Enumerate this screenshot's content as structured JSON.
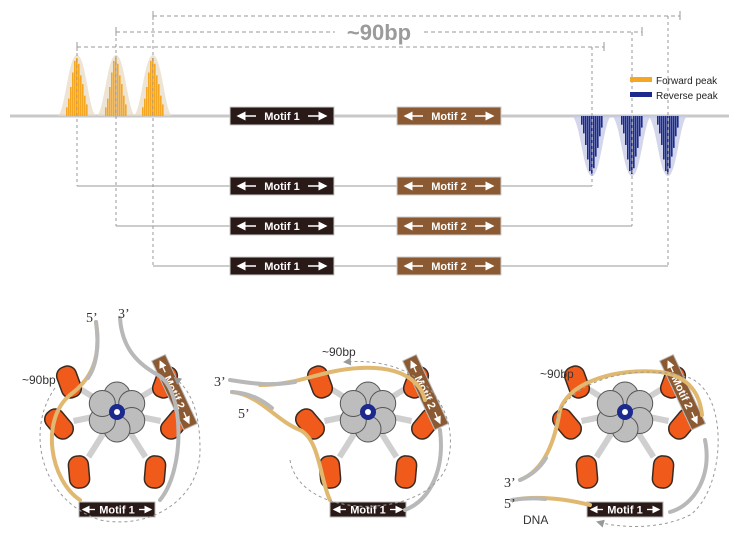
{
  "top": {
    "distance_label": "~90bp",
    "motif1_label": "Motif 1",
    "motif2_label": "Motif 2"
  },
  "legend": {
    "forward_label": "Forward peak",
    "reverse_label": "Reverse peak"
  },
  "bottom": {
    "panel1": {
      "five_prime": "5’",
      "three_prime": "3’",
      "distance_label": "~90bp",
      "motif1_label": "Motif 1",
      "motif2_label": "Motif 2"
    },
    "panel2": {
      "five_prime": "5’",
      "three_prime": "3’",
      "distance_label": "~90bp",
      "motif1_label": "Motif 1",
      "motif2_label": "Motif 2"
    },
    "panel3": {
      "five_prime": "5’",
      "three_prime": "3’",
      "distance_label": "~90bp",
      "motif1_label": "Motif 1",
      "motif2_label": "Motif 2",
      "dna_label": "DNA"
    }
  },
  "colors": {
    "forward": "#F5A623",
    "reverse": "#1B2A8C",
    "motif1_box": "#2A1A17",
    "motif2_box": "#8B5A32",
    "histone_core": "#BDBDBD",
    "histone_tail": "#F05A1A",
    "dna_gray": "#B8B8B8",
    "dna_gold": "#E0B870",
    "guide_line": "#999999"
  }
}
